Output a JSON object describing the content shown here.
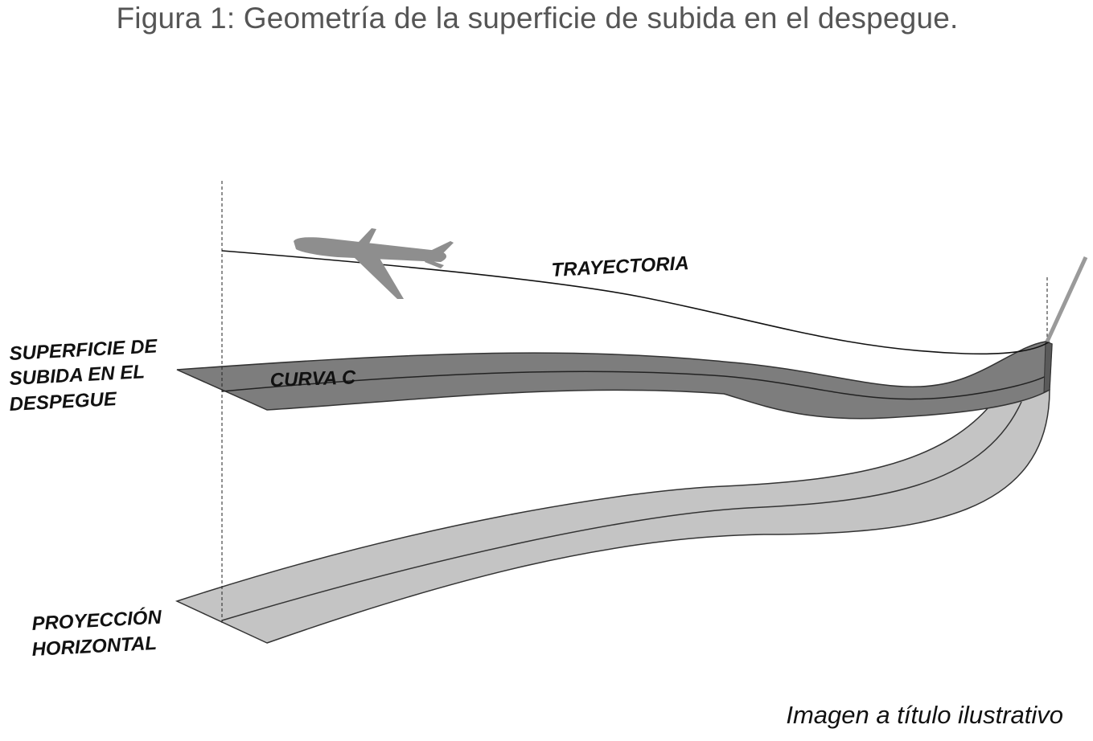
{
  "title": "Figura 1: Geometría de la superficie de subida en el despegue.",
  "labels": {
    "trajectory": "TRAYECTORIA",
    "surface_line1": "SUPERFICIE DE",
    "surface_line2": "SUBIDA EN EL",
    "surface_line3": "DESPEGUE",
    "curve": "CURVA C",
    "projection_line1": "PROYECCIÓN",
    "projection_line2": "HORIZONTAL"
  },
  "credit": "Imagen a título ilustrativo",
  "colors": {
    "surface": "#7d7d7d",
    "surface_edge": "#555555",
    "projection": "#c4c4c4",
    "projection_edge": "#8a8a8a",
    "airplane": "#8e8e8e",
    "line": "#111111"
  },
  "icons": {
    "aircraft": "airplane-icon"
  }
}
